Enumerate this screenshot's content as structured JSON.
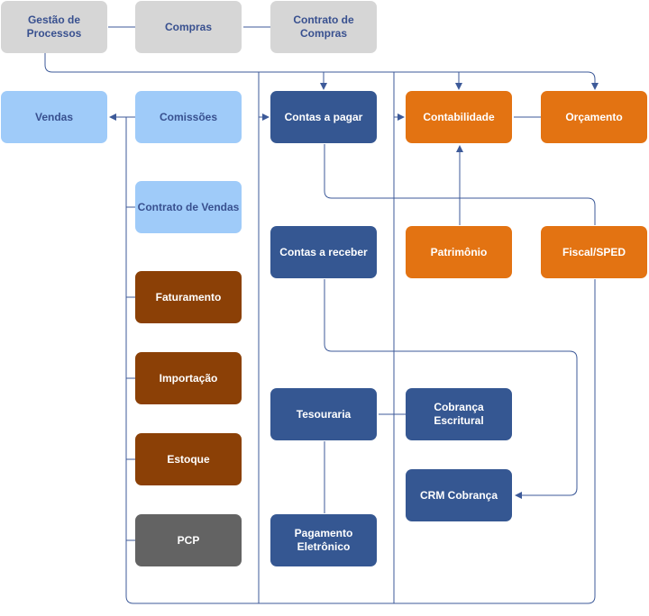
{
  "nodes": {
    "gestao": {
      "label": "Gestão de\nProcessos"
    },
    "compras": {
      "label": "Compras"
    },
    "contrato": {
      "label": "Contrato de\nCompras"
    },
    "vendas": {
      "label": "Vendas"
    },
    "comissoes": {
      "label": "Comissões"
    },
    "contas_pagar": {
      "label": "Contas a pagar"
    },
    "contabilidade": {
      "label": "Contabilidade"
    },
    "orcamento": {
      "label": "Orçamento"
    },
    "contrato_vendas": {
      "label": "Contrato de Vendas"
    },
    "contas_receber": {
      "label": "Contas a receber"
    },
    "patrimonio": {
      "label": "Patrimônio"
    },
    "fiscal": {
      "label": "Fiscal/SPED"
    },
    "faturamento": {
      "label": "Faturamento"
    },
    "importacao": {
      "label": "Importação"
    },
    "tesouraria": {
      "label": "Tesouraria"
    },
    "cobranca_escritural": {
      "label": "Cobrança Escritural"
    },
    "estoque": {
      "label": "Estoque"
    },
    "crm_cobranca": {
      "label": "CRM Cobrança"
    },
    "pcp": {
      "label": "PCP"
    },
    "pagamento": {
      "label": "Pagamento\nEletrônico"
    }
  },
  "colors": {
    "gray": "#d6d6d6",
    "light_blue": "#9fcbf9",
    "navy": "#355792",
    "orange": "#e37312",
    "brown": "#8b4006",
    "dark_gray": "#636363",
    "connector": "#3d5a99"
  }
}
